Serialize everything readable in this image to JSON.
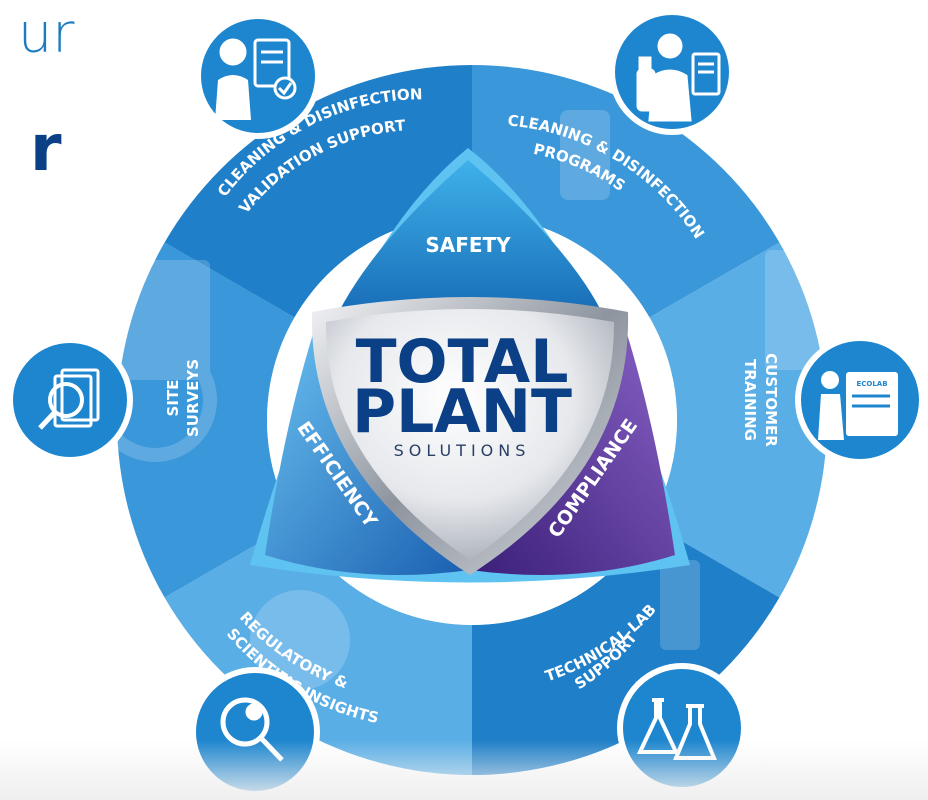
{
  "headline": {
    "light": "ur",
    "bold": "r"
  },
  "center": {
    "brand_line1": "TOTAL",
    "brand_line2": "PLANT",
    "brand_sub": "SOLUTIONS"
  },
  "pillars": {
    "top": "SAFETY",
    "left": "EFFICIENCY",
    "right": "COMPLIANCE"
  },
  "segments": [
    {
      "line1": "CLEANING & DISINFECTION",
      "line2": "PROGRAMS",
      "icon": "worker-spray-bottle-icon"
    },
    {
      "line1": "CUSTOMER",
      "line2": "TRAINING",
      "icon": "presenter-whiteboard-icon"
    },
    {
      "line1": "TECHNICAL LAB",
      "line2": "SUPPORT",
      "icon": "lab-flasks-icon"
    },
    {
      "line1": "REGULATORY &",
      "line2": "SCIENTIFIC INSIGHTS",
      "icon": "magnifier-gear-icon"
    },
    {
      "line1": "SITE",
      "line2": "SURVEYS",
      "icon": "document-magnifier-icon"
    },
    {
      "line1": "CLEANING & DISINFECTION",
      "line2": "VALIDATION SUPPORT",
      "icon": "worker-checklist-icon"
    }
  ],
  "board_label": "ECOLAB",
  "colors": {
    "ring_light": "#5aaee6",
    "ring_mid": "#3a97da",
    "ring_dark": "#1f7fc8",
    "navy": "#0b3f86",
    "purple": "#4b2a8a",
    "icon_blue": "#1e86cf"
  }
}
